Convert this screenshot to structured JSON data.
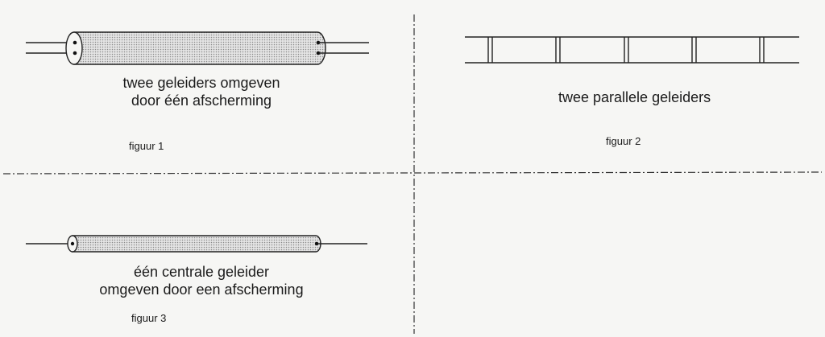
{
  "fig1": {
    "caption_line1": "twee geleiders omgeven",
    "caption_line2": "door één afscherming",
    "label": "figuur 1"
  },
  "fig2": {
    "caption": "twee parallele geleiders",
    "label": "figuur 2"
  },
  "fig3": {
    "caption_line1": "één centrale geleider",
    "caption_line2": "omgeven door een afscherming",
    "label": "figuur 3"
  }
}
